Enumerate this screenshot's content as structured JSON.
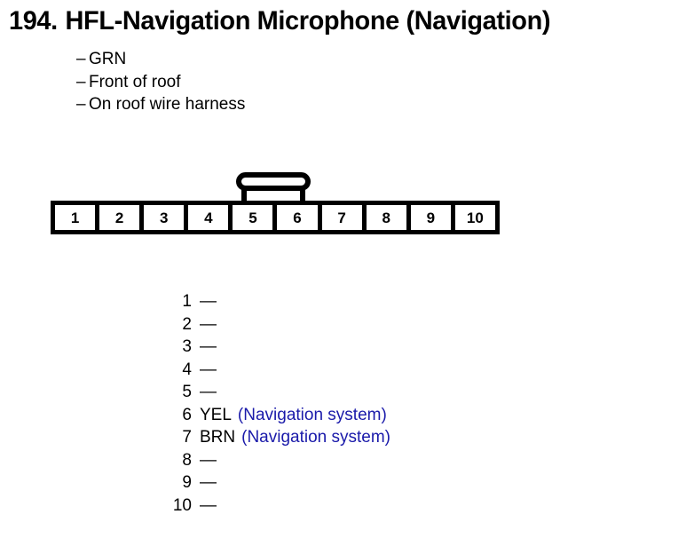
{
  "header": {
    "number": "194.",
    "title": "HFL-Navigation Microphone (Navigation)"
  },
  "spec_list": {
    "dash": "–",
    "items": [
      "GRN",
      "Front of roof",
      "On roof wire harness"
    ]
  },
  "connector": {
    "pin_count": 10,
    "pins": [
      "1",
      "2",
      "3",
      "4",
      "5",
      "6",
      "7",
      "8",
      "9",
      "10"
    ],
    "latch_name": "connector-latch-tab"
  },
  "pin_list": {
    "empty_marker": "—",
    "rows": [
      {
        "pin": "1",
        "wire": "—",
        "note": ""
      },
      {
        "pin": "2",
        "wire": "—",
        "note": ""
      },
      {
        "pin": "3",
        "wire": "—",
        "note": ""
      },
      {
        "pin": "4",
        "wire": "—",
        "note": ""
      },
      {
        "pin": "5",
        "wire": "—",
        "note": ""
      },
      {
        "pin": "6",
        "wire": "YEL",
        "note": "(Navigation system)"
      },
      {
        "pin": "7",
        "wire": "BRN",
        "note": "(Navigation system)"
      },
      {
        "pin": "8",
        "wire": "—",
        "note": ""
      },
      {
        "pin": "9",
        "wire": "—",
        "note": ""
      },
      {
        "pin": "10",
        "wire": "—",
        "note": ""
      }
    ]
  },
  "colors": {
    "ink": "#000000",
    "note_blue": "#1a1aaa",
    "background": "#ffffff"
  }
}
